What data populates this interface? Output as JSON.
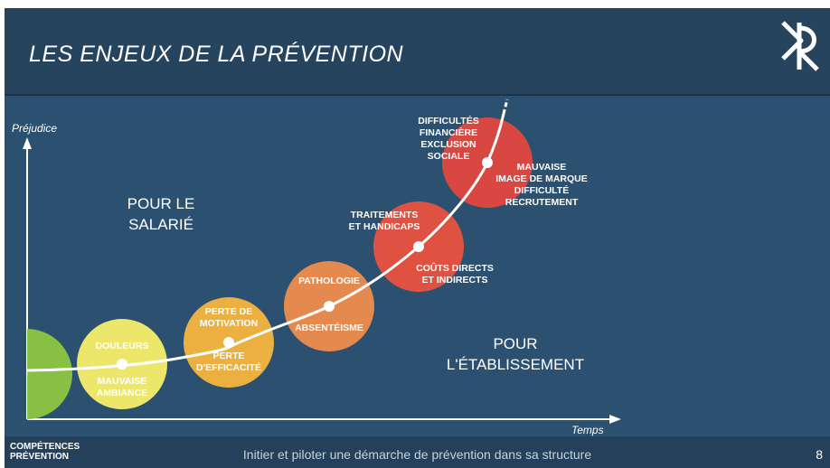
{
  "header": {
    "title": "LES ENJEUX DE LA PRÉVENTION",
    "logo_icon": "pr-logo-icon"
  },
  "axes": {
    "y_label": "Préjudice",
    "x_label": "Temps"
  },
  "groups": {
    "employee": [
      "POUR LE",
      "SALARIÉ"
    ],
    "establishment": [
      "POUR",
      "L'ÉTABLISSEMENT"
    ]
  },
  "stages": [
    {
      "id": "stage-0",
      "color": "#8cc63f",
      "above": [],
      "below": []
    },
    {
      "id": "stage-douleurs",
      "color": "#f7ef6a",
      "above": [
        "DOULEURS"
      ],
      "below": [
        "MAUVAISE",
        "AMBIANCE"
      ]
    },
    {
      "id": "stage-motivation",
      "color": "#f7b53e",
      "above": [
        "PERTE DE",
        "MOTIVATION"
      ],
      "below": [
        "PERTE",
        "D'EFFICACITÉ"
      ]
    },
    {
      "id": "stage-pathologie",
      "color": "#ef8d4d",
      "above": [
        "PATHOLOGIE"
      ],
      "below": [
        "ABSENTÉISME"
      ]
    },
    {
      "id": "stage-traitements",
      "color": "#e9523e",
      "above": [
        "TRAITEMENTS",
        "ET HANDICAPS"
      ],
      "below": [
        "COÛTS DIRECTS",
        "ET INDIRECTS"
      ]
    },
    {
      "id": "stage-difficultes",
      "color": "#e2473f",
      "above": [
        "DIFFICULTÉS",
        "FINANCIÈRE",
        "EXCLUSION",
        "SOCIALE"
      ],
      "below": [
        "MAUVAISE",
        "IMAGE DE MARQUE",
        "DIFFICULTÉ",
        "RECRUTEMENT"
      ]
    }
  ],
  "footer": {
    "brand_line1": "COMPÉTENCES",
    "brand_line2": "PRÉVENTION",
    "subtitle": "Initier et piloter une démarche de prévention dans sa structure",
    "page": "8"
  },
  "colors": {
    "background": "#2b5070",
    "header": "#27445f",
    "footer": "#24405a"
  }
}
